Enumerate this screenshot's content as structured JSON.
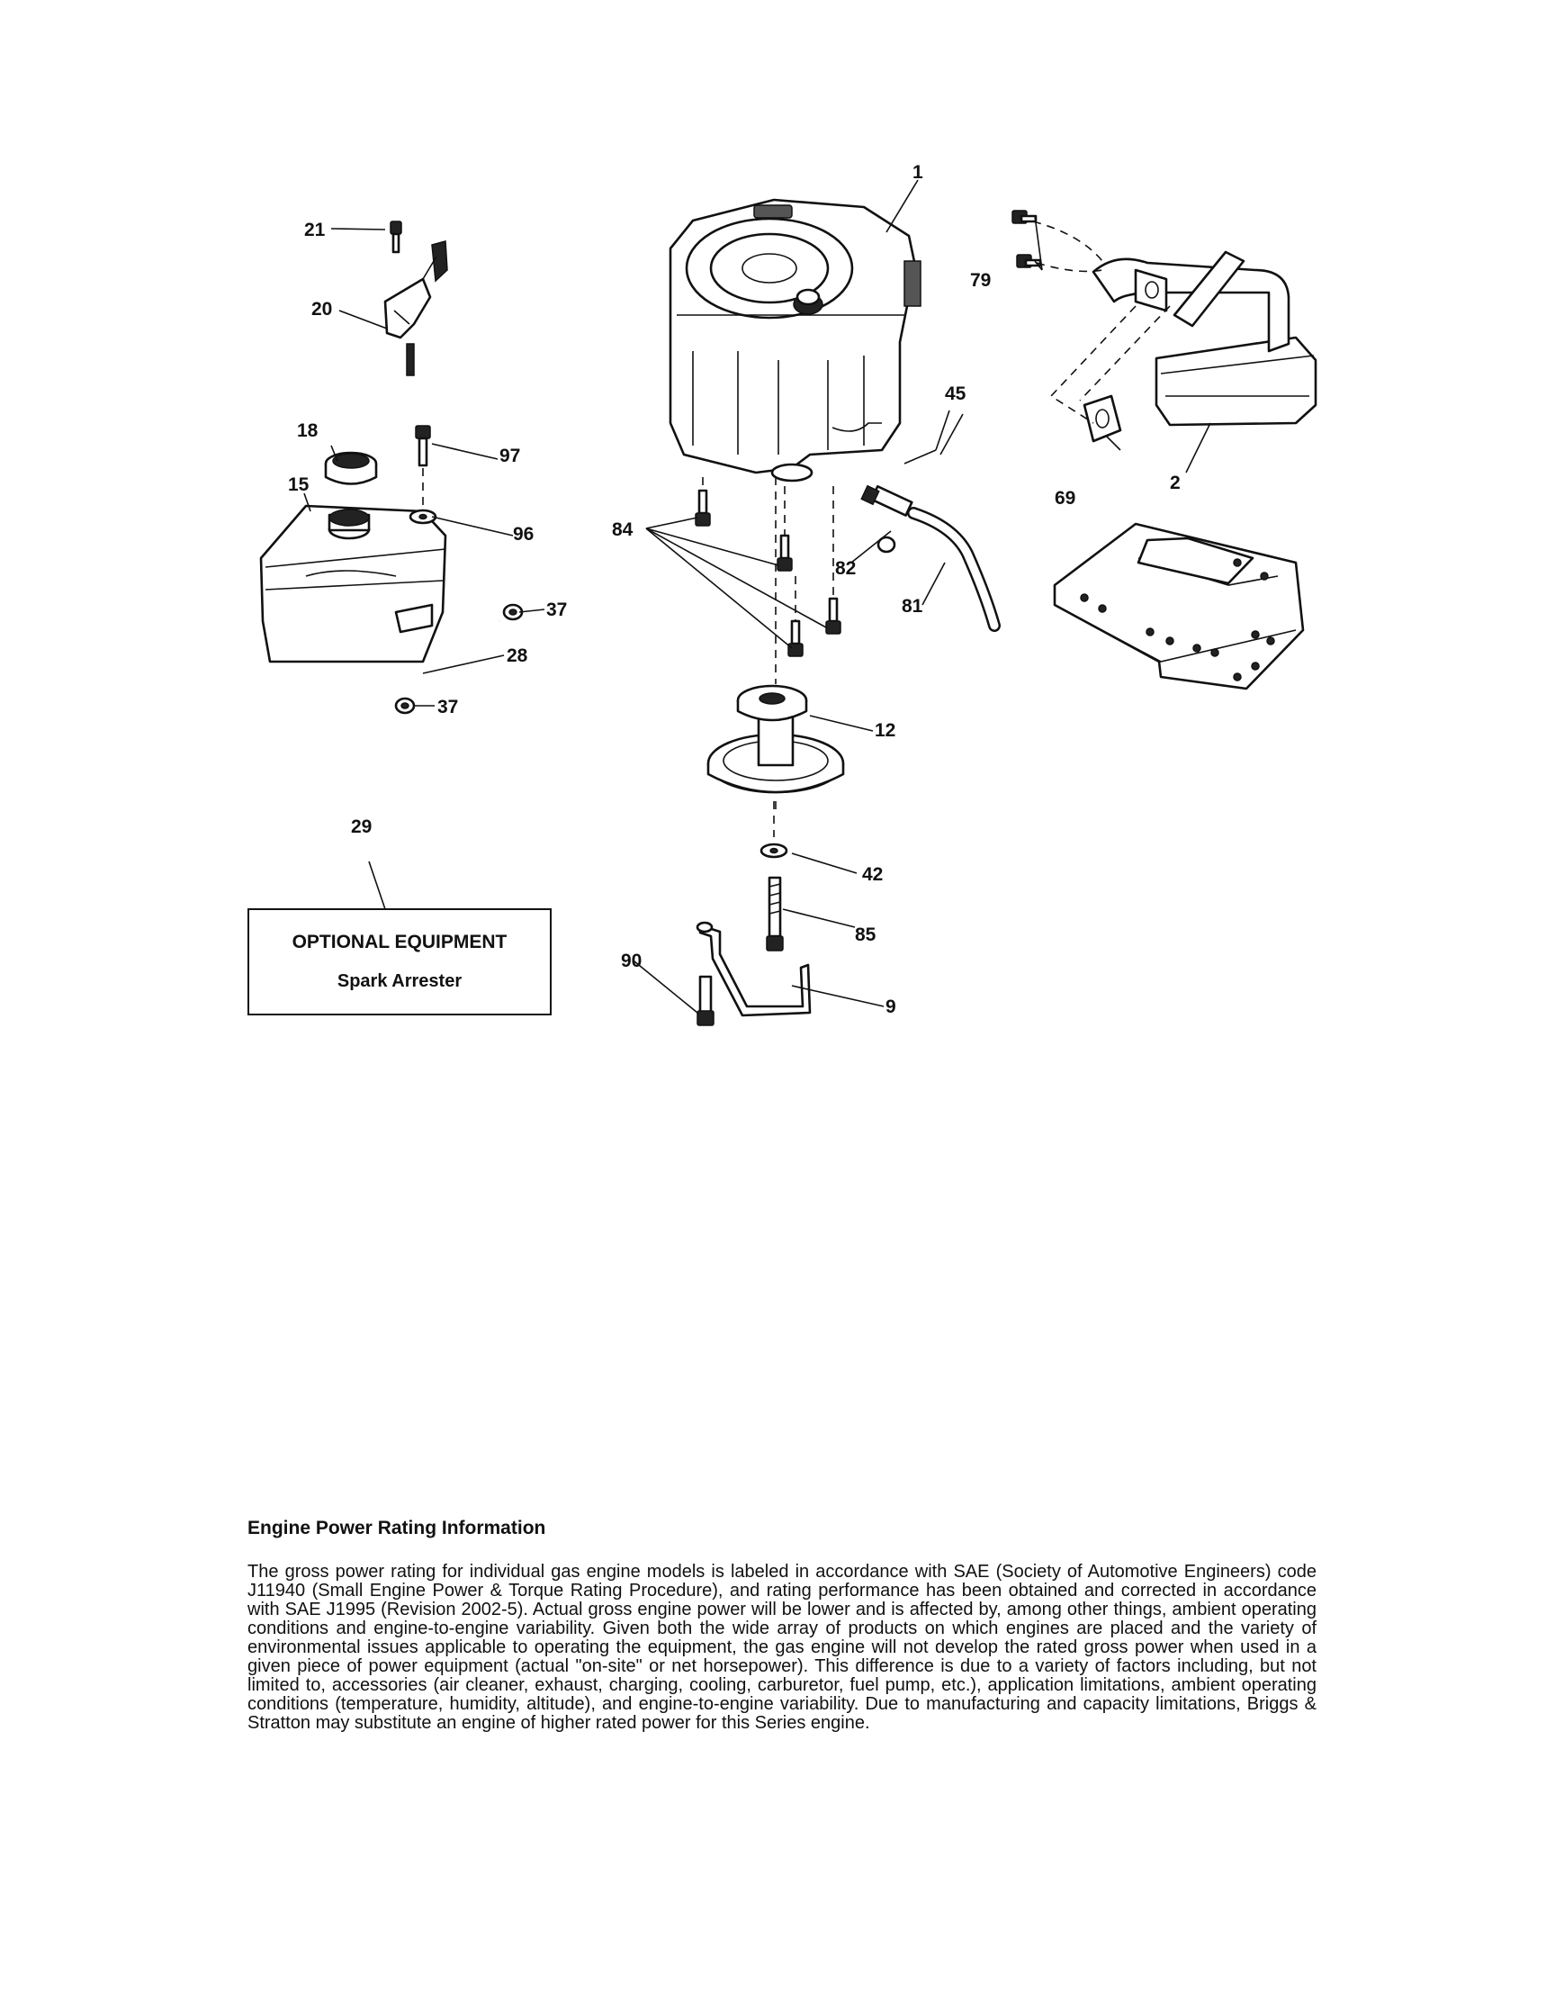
{
  "callouts": {
    "c1": "1",
    "c2": "2",
    "c9": "9",
    "c12": "12",
    "c15": "15",
    "c18": "18",
    "c20": "20",
    "c21": "21",
    "c28": "28",
    "c29": "29",
    "c37a": "37",
    "c37b": "37",
    "c42": "42",
    "c45": "45",
    "c69": "69",
    "c79": "79",
    "c81": "81",
    "c82": "82",
    "c84": "84",
    "c85": "85",
    "c90": "90",
    "c96": "96",
    "c97": "97"
  },
  "optional_box": {
    "title": "OPTIONAL EQUIPMENT",
    "item": "Spark Arrester"
  },
  "info": {
    "heading": "Engine Power Rating Information",
    "body": "The gross power rating for individual gas engine models is labeled in accordance with SAE (Society of Automotive Engineers) code J11940 (Small Engine Power & Torque Rating Procedure), and rating performance has been obtained and corrected in accordance with SAE J1995 (Revision 2002-5). Actual gross engine power will be lower and is affected by, among other things, ambient operating conditions and engine-to-engine variability. Given both the wide array of products on which engines are placed and the variety of environmental issues applicable to operating the equipment, the gas engine will not develop the rated gross power when used in a given piece of power equipment (actual \"on-site\" or net horsepower). This difference is due to a variety of factors including, but not limited to, accessories (air cleaner, exhaust, charging, cooling, carburetor, fuel pump, etc.), application limitations, ambient operating conditions (temperature, humidity, altitude), and engine-to-engine variability. Due to manufacturing and capacity limitations, Briggs & Stratton may substitute an engine of higher rated power for this Series engine."
  }
}
